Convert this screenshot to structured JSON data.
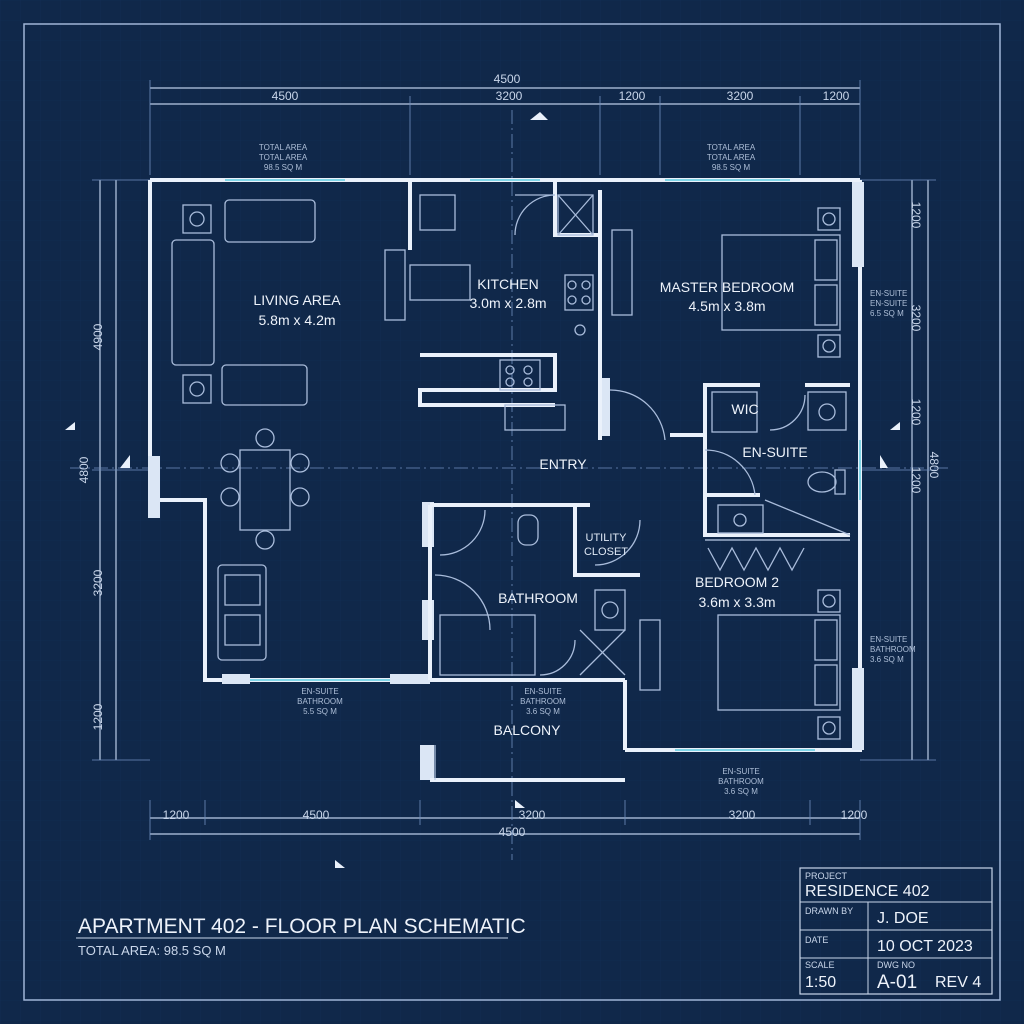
{
  "title": "APARTMENT 402 - FLOOR PLAN SCHEMATIC",
  "subtitle": "TOTAL AREA: 98.5 SQ M",
  "rooms": {
    "living": {
      "name": "LIVING AREA",
      "size": "5.8m x 4.2m"
    },
    "kitchen": {
      "name": "KITCHEN",
      "size": "3.0m x 2.8m"
    },
    "master": {
      "name": "MASTER BEDROOM",
      "size": "4.5m x 3.8m"
    },
    "wic": {
      "name": "WIC"
    },
    "ensuite": {
      "name": "EN-SUITE"
    },
    "entry": {
      "name": "ENTRY"
    },
    "utility": {
      "name_line1": "UTILITY",
      "name_line2": "CLOSET"
    },
    "bathroom": {
      "name": "BATHROOM"
    },
    "bedroom2": {
      "name": "BEDROOM 2",
      "size": "3.6m x 3.3m"
    },
    "balcony": {
      "name": "BALCONY"
    }
  },
  "dimensions": {
    "top_overall": "4500",
    "top": [
      "4500",
      "3200",
      "1200",
      "3200",
      "1200"
    ],
    "bottom_overall": "4500",
    "bottom": [
      "1200",
      "4500",
      "3200",
      "3200",
      "1200"
    ],
    "left": [
      "4900",
      "4800",
      "3200",
      "1200"
    ],
    "right": [
      "1200",
      "3200",
      "1200",
      "1200",
      "4800"
    ]
  },
  "area_notes": {
    "top_left": [
      "TOTAL AREA",
      "TOTAL AREA",
      "98.5 SQ M"
    ],
    "top_right": [
      "TOTAL AREA",
      "TOTAL AREA",
      "98.5 SQ M"
    ],
    "right_upper": [
      "EN-SUITE",
      "EN-SUITE",
      "6.5 SQ M"
    ],
    "right_lower": [
      "EN-SUITE",
      "BATHROOM",
      "3.6 SQ M"
    ],
    "bottom_left": [
      "EN-SUITE",
      "BATHROOM",
      "5.5 SQ M"
    ],
    "bottom_mid": [
      "EN-SUITE",
      "BATHROOM",
      "3.6 SQ M"
    ],
    "bottom_right": [
      "EN-SUITE",
      "BATHROOM",
      "3.6 SQ M"
    ]
  },
  "title_block": {
    "project_label": "PROJECT",
    "project": "RESIDENCE 402",
    "drawn_by_label": "DRAWN BY",
    "drawn_by": "J. DOE",
    "date_label": "DATE",
    "date": "10 OCT 2023",
    "scale_label": "SCALE",
    "scale": "1:50",
    "dwg_label": "DWG NO",
    "dwg": "A-01",
    "rev": "REV 4"
  },
  "colors": {
    "background": "#10284a",
    "line": "#eaf1fb",
    "accent": "#7fd6e8"
  }
}
